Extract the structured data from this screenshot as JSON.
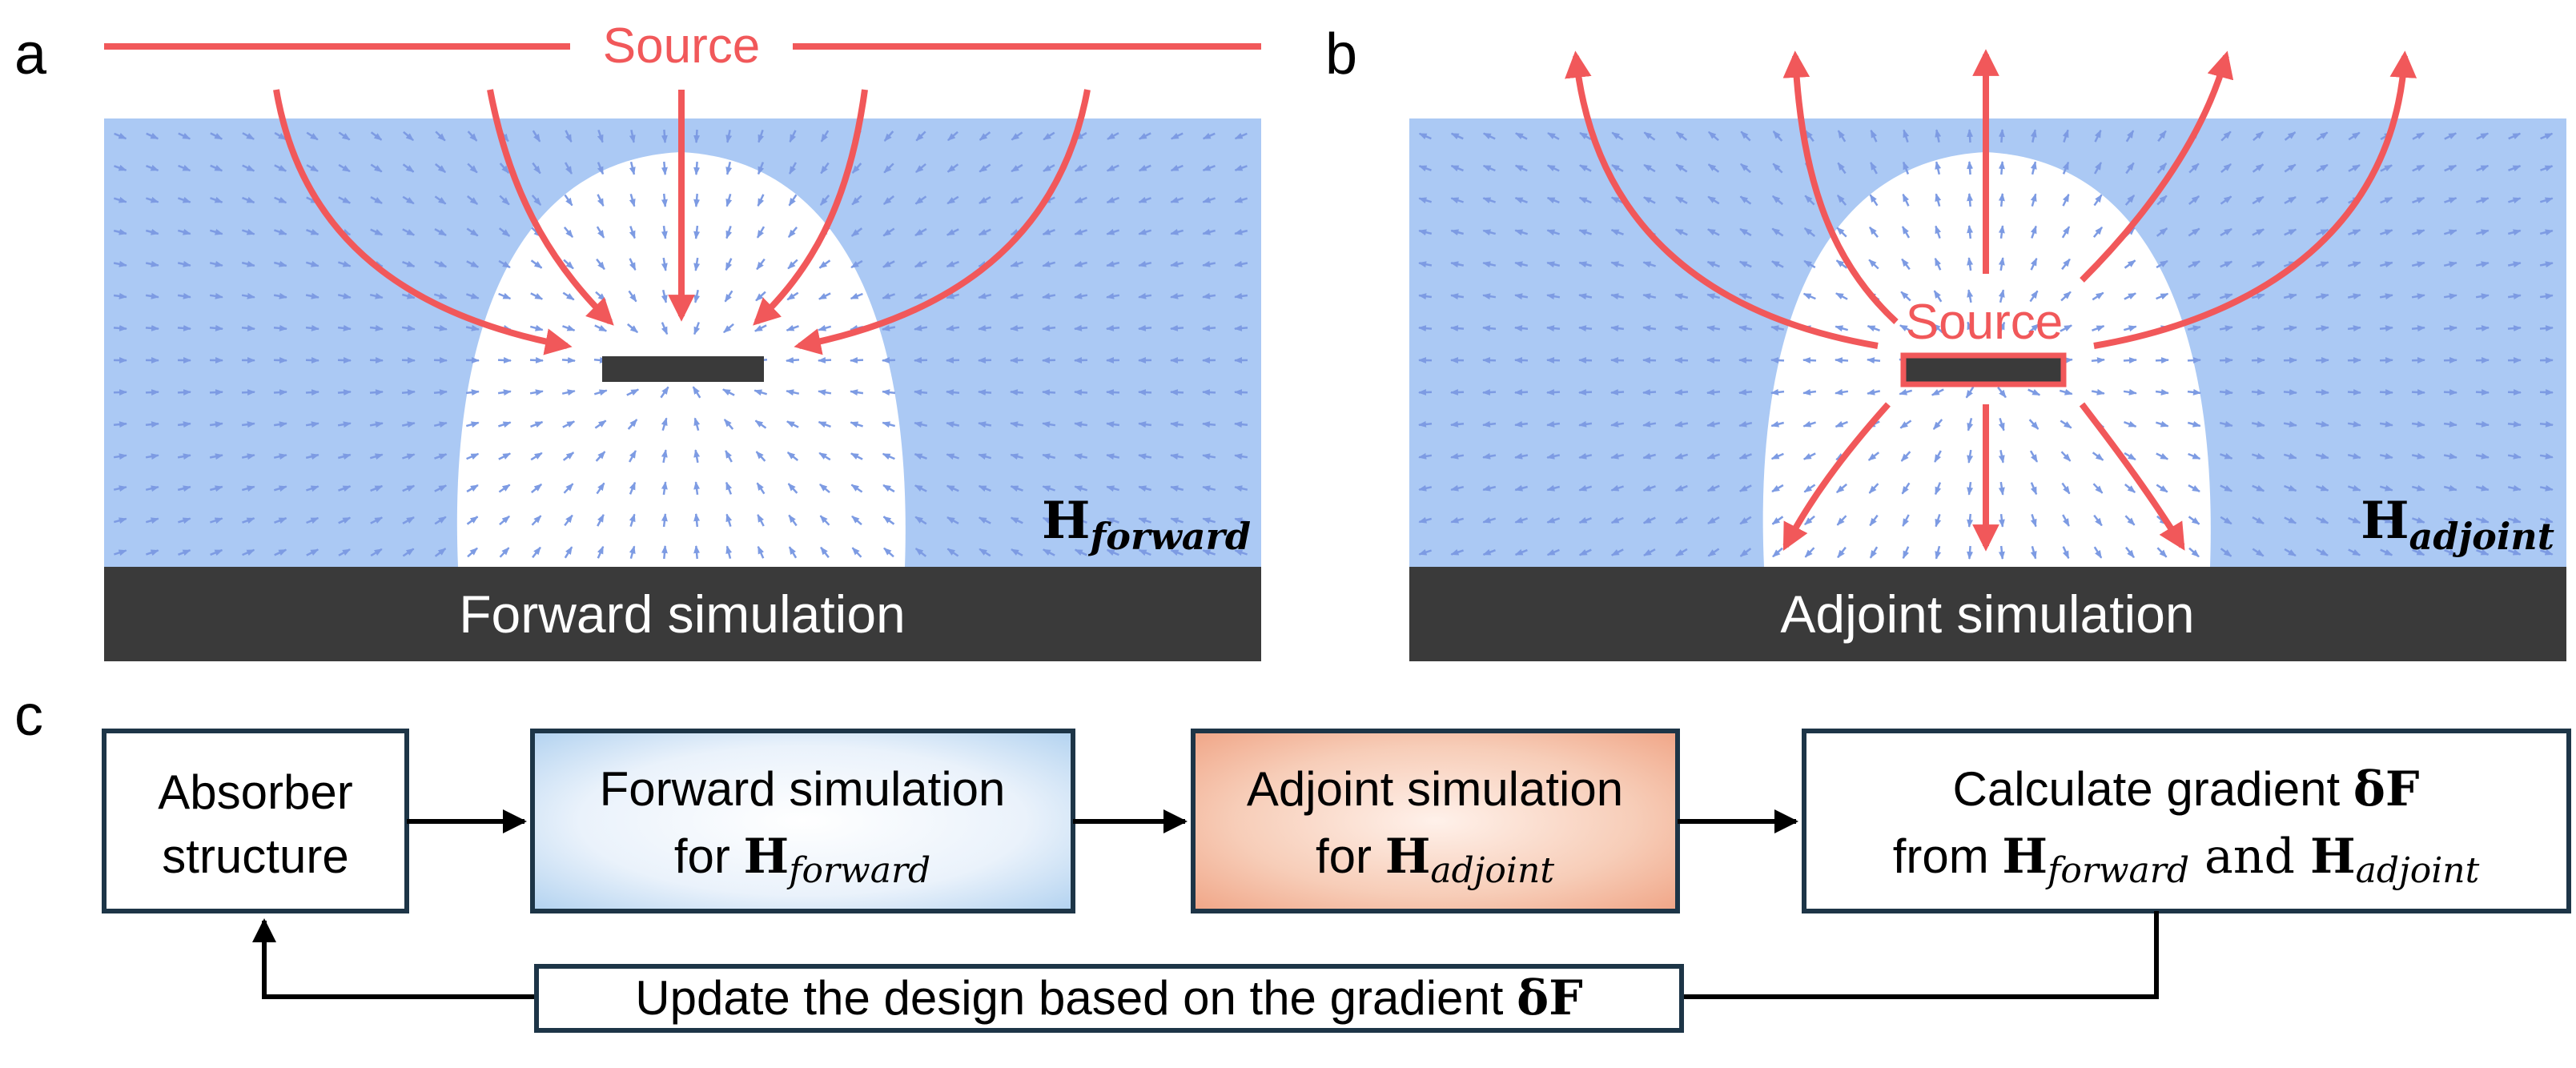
{
  "panel_a": {
    "letter": "a",
    "source_label": "Source",
    "field_label": "H",
    "field_sub": "forward",
    "caption": "Forward simulation"
  },
  "panel_b": {
    "letter": "b",
    "source_label": "Source",
    "field_label": "H",
    "field_sub": "adjoint",
    "caption": "Adjoint simulation"
  },
  "panel_c": {
    "letter": "c",
    "box1": {
      "line1": "Absorber",
      "line2": "structure"
    },
    "box2": {
      "line1": "Forward simulation",
      "line2_prefix": "for ",
      "sym": "H",
      "sub": "forward"
    },
    "box3": {
      "line1": "Adjoint simulation",
      "line2_prefix": "for ",
      "sym": "H",
      "sub": "adjoint"
    },
    "box4": {
      "line1_prefix": "Calculate gradient ",
      "grad_sym": "δF",
      "line2_prefix": "from ",
      "sym1": "H",
      "sub1": "forward",
      "and_text": " and ",
      "sym2": "H",
      "sub2": "adjoint"
    },
    "feedback": {
      "prefix": "Update the design based on the gradient ",
      "sym": "δF"
    }
  },
  "colors": {
    "field_blue": "#abc9f4",
    "arrow_blue": "#7d9be3",
    "source_red": "#f1585a",
    "dark_bar": "#3a3a3a",
    "box_border": "#1d3547"
  }
}
